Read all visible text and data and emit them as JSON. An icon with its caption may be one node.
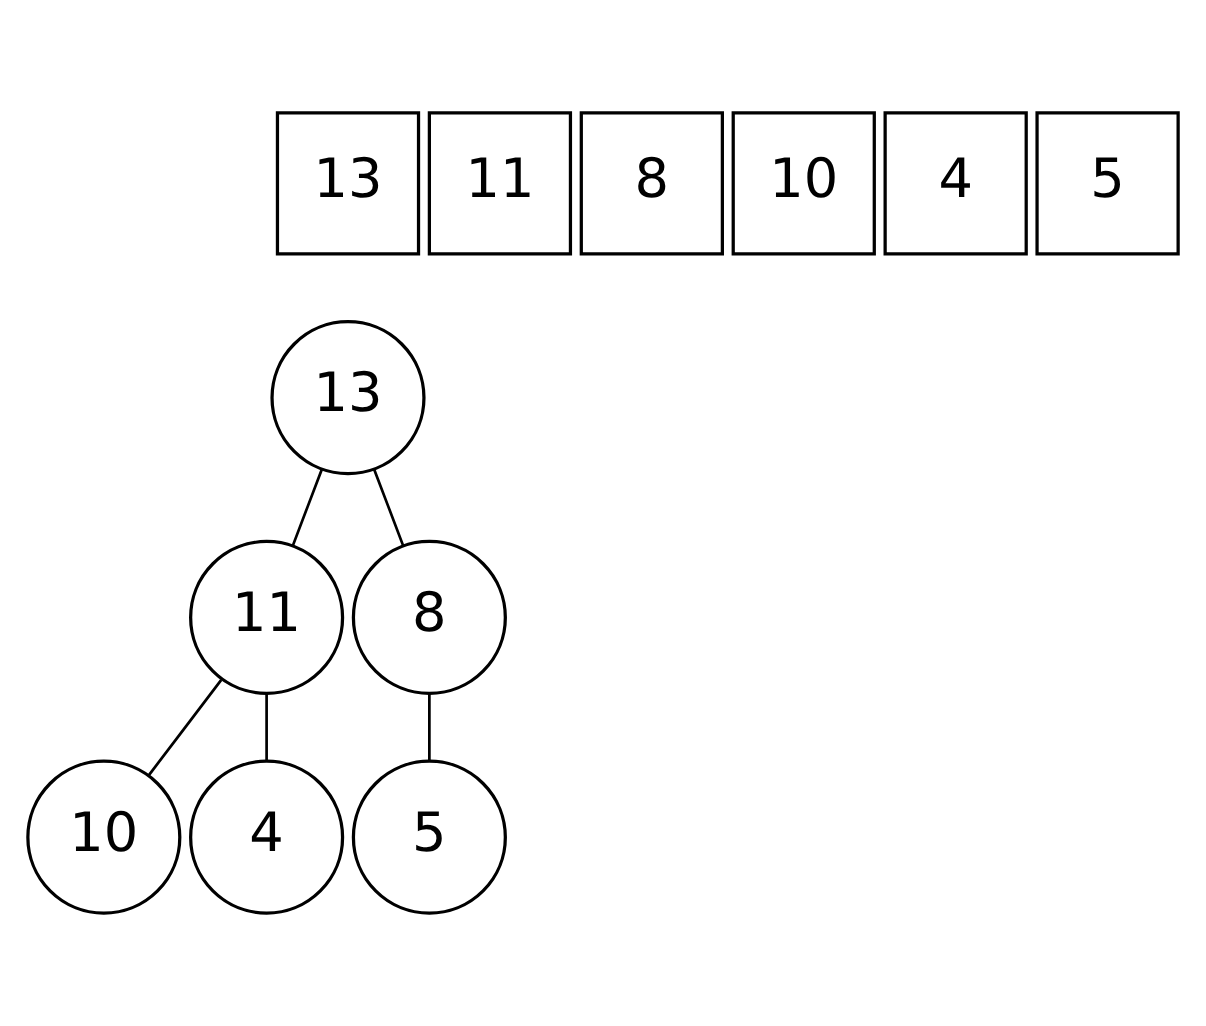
{
  "diagram": {
    "nodes": [
      {
        "text": [
          "13"
        ]
      },
      {
        "text": [
          "11"
        ]
      },
      {
        "text": [
          "8"
        ]
      },
      {
        "text": [
          "10"
        ]
      },
      {
        "text": [
          "4"
        ]
      },
      {
        "text": [
          "5"
        ]
      },
      {
        "text": [
          "13"
        ]
      },
      {
        "text": [
          "11"
        ]
      },
      {
        "text": [
          "8"
        ]
      },
      {
        "text": [
          "10"
        ]
      },
      {
        "text": [
          "4"
        ]
      },
      {
        "text": [
          "5"
        ]
      }
    ],
    "edges": [
      {
        "from": 6,
        "to": 7,
        "arrow": "none"
      },
      {
        "from": 6,
        "to": 8,
        "arrow": "none"
      },
      {
        "from": 7,
        "to": 9,
        "arrow": "none"
      },
      {
        "from": 7,
        "to": 10,
        "arrow": "none"
      },
      {
        "from": 8,
        "to": 11,
        "arrow": "none"
      }
    ]
  }
}
